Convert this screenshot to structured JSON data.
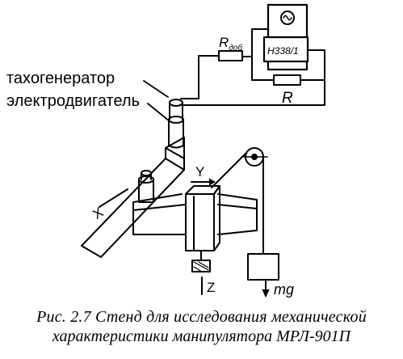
{
  "labels": {
    "tachogenerator": "тахогенератор",
    "motor": "электродвигатель",
    "resistor_add_main": "R",
    "resistor_add_sub": "доб",
    "meter": "Н338/1",
    "resistor": "R",
    "axis_x": "X",
    "axis_y": "Y",
    "axis_z": "Z",
    "mass": "mg"
  },
  "caption": {
    "line1": "Рис. 2.7  Стенд для исследования механической",
    "line2": "характеристики манипулятора МРЛ-901П"
  }
}
